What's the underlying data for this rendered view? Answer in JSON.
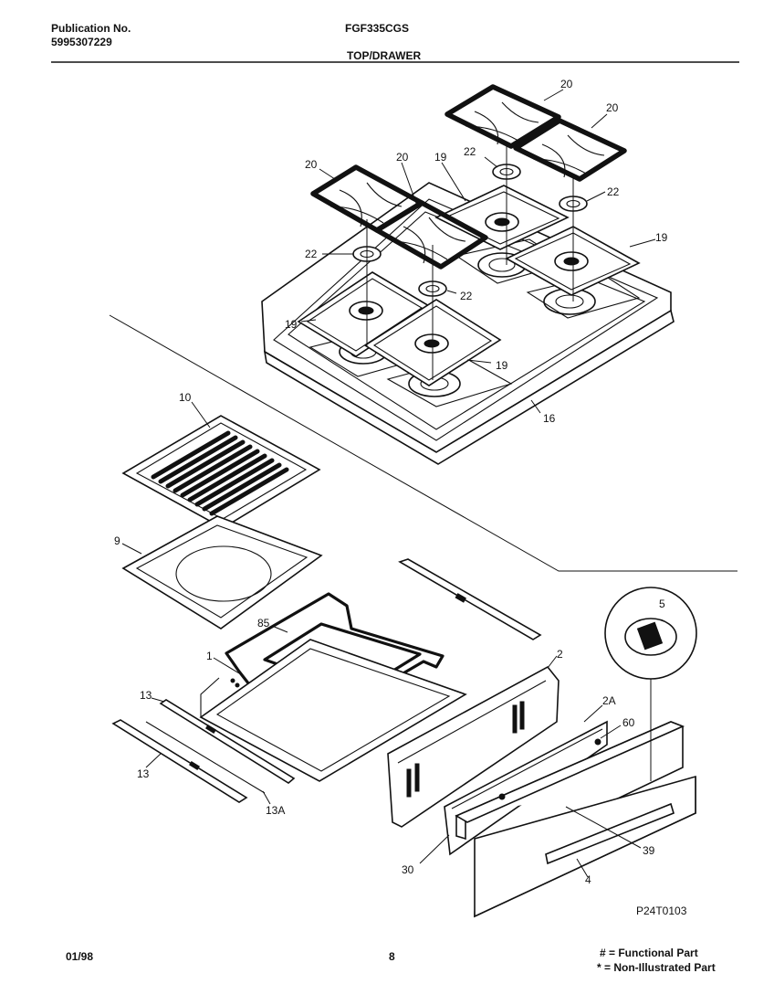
{
  "header": {
    "publication_label": "Publication No.",
    "publication_number": "5995307229",
    "model": "FGF335CGS",
    "section_title": "TOP/DRAWER"
  },
  "diagram": {
    "callouts": {
      "grate_a": "20",
      "grate_b": "20",
      "grate_c": "20",
      "grate_d": "20",
      "bowl_a": "19",
      "bowl_b": "19",
      "bowl_c": "19",
      "bowl_d": "19",
      "cap_a": "22",
      "cap_b": "22",
      "cap_c": "22",
      "cap_d": "22",
      "cooktop": "16",
      "broiler_grid": "10",
      "broiler_pan": "9",
      "drawer_frame": "85",
      "drawer_liner": "1",
      "drawer_back": "2",
      "drawer_rail_top": "13",
      "drawer_rail_bottom": "13",
      "rail_13a": "13A",
      "clip": "30",
      "front_panel": "2A",
      "bumper": "60",
      "handle": "39",
      "drawer_front": "4",
      "knob": "5"
    },
    "diagram_id": "P24T0103"
  },
  "footer": {
    "date": "01/98",
    "page": "8",
    "legend_functional": "# = Functional Part",
    "legend_non_illustrated": "* = Non-Illustrated Part"
  }
}
